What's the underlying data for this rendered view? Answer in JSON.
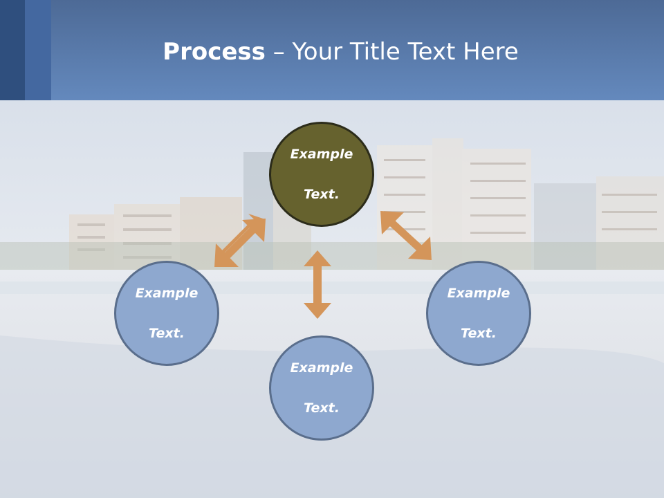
{
  "slide": {
    "title_bold": "Process",
    "title_sep": " – ",
    "title_rest": "Your Title Text Here"
  },
  "diagram": {
    "nodes": [
      {
        "id": "center",
        "line1": "Example",
        "line2": "Text."
      },
      {
        "id": "left",
        "line1": "Example",
        "line2": "Text."
      },
      {
        "id": "right",
        "line1": "Example",
        "line2": "Text."
      },
      {
        "id": "bottom",
        "line1": "Example",
        "line2": "Text."
      }
    ],
    "colors": {
      "center_fill": "#66622e",
      "outer_fill": "#8ea8cf",
      "arrow": "#d4955a",
      "header": "#5b7cb0"
    }
  }
}
